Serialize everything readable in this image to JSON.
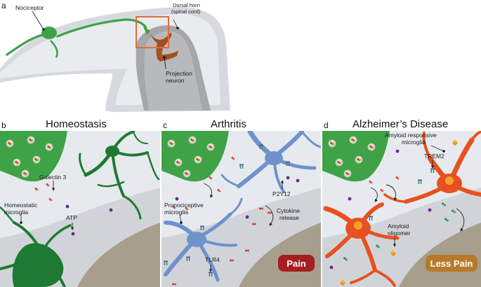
{
  "panel_a": {
    "letter": "a",
    "labels": {
      "nociceptor": "Nociceptor",
      "dorsal_horn_line1": "Dorsal horn",
      "dorsal_horn_line2": "(spinal cord)",
      "projection_line1": "Projection",
      "projection_line2": "neuron"
    }
  },
  "panel_b": {
    "letter": "b",
    "title": "Homeostasis",
    "labels": {
      "galectin": "Galectin 3",
      "homeostatic_line1": "Homeostatic",
      "homeostatic_line2": "microglia",
      "atp": "ATP"
    }
  },
  "panel_c": {
    "letter": "c",
    "title": "Arthritis",
    "labels": {
      "p2y12": "P2Y12",
      "cytokine_line1": "Cytokine",
      "cytokine_line2": "release",
      "pronociceptive_line1": "Pronociceptive",
      "pronociceptive_line2": "microglia",
      "tlr4": "TLR4"
    },
    "badge": "Pain"
  },
  "panel_d": {
    "letter": "d",
    "title": "Alzheimer’s Disease",
    "labels": {
      "amyloid_resp_line1": "Amyloid responsive",
      "amyloid_resp_line2": "microglia",
      "trem2": "TREM2",
      "amyloid_olig_line1": "Amyloid",
      "amyloid_olig_line2": "oligomer"
    },
    "badge": "Less Pain"
  },
  "colors": {
    "neuron_green": "#3fa247",
    "microglia_dark_green": "#1e7a32",
    "reactive_blue": "#6f92cc",
    "amyloid_orange": "#e8511f",
    "pain_badge": "#a51e22",
    "less_pain_badge": "#b77a2a",
    "tissue_bg": "#e4e8ed",
    "bone": "#a79e8c"
  }
}
